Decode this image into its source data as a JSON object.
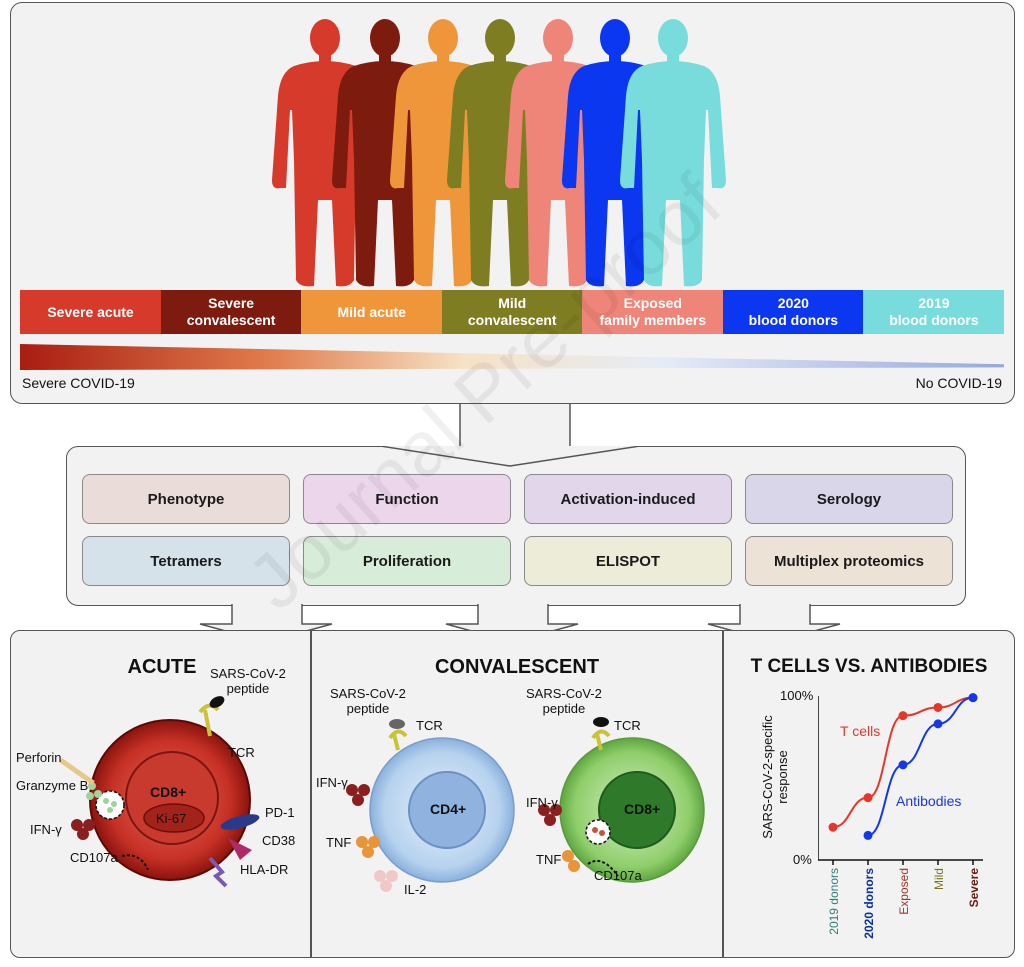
{
  "cohort": {
    "groups": [
      {
        "label": "Severe acute",
        "color": "#d63a2b"
      },
      {
        "label": "Severe\nconvalescent",
        "color": "#7e1b0f"
      },
      {
        "label": "Mild acute",
        "color": "#f0963a"
      },
      {
        "label": "Mild\nconvalescent",
        "color": "#7e7d22"
      },
      {
        "label": "Exposed\nfamily members",
        "color": "#ee8578"
      },
      {
        "label": "2020\nblood donors",
        "color": "#0a37ef"
      },
      {
        "label": "2019\nblood donors",
        "color": "#79dcdc"
      }
    ],
    "gradient_left": "Severe COVID-19",
    "gradient_right": "No COVID-19"
  },
  "assays": [
    {
      "label": "Phenotype",
      "color": "#eadcd8"
    },
    {
      "label": "Function",
      "color": "#ecd6ec"
    },
    {
      "label": "Activation-induced",
      "color": "#e2d6ea"
    },
    {
      "label": "Serology",
      "color": "#dad6ea"
    },
    {
      "label": "Tetramers",
      "color": "#d6e2ea"
    },
    {
      "label": "Proliferation",
      "color": "#d8ecda"
    },
    {
      "label": "ELISPOT",
      "color": "#ececd9"
    },
    {
      "label": "Multiplex proteomics",
      "color": "#ece2d6"
    }
  ],
  "acute": {
    "title": "ACUTE",
    "cell_label": "CD8+",
    "nucleus_label": "Ki-67",
    "peptide": "SARS-CoV-2\npeptide",
    "tcr": "TCR",
    "perforin": "Perforin",
    "granzyme": "Granzyme B",
    "ifng": "IFN-γ",
    "cd107a": "CD107a",
    "pd1": "PD-1",
    "cd38": "CD38",
    "hladr": "HLA-DR"
  },
  "convalescent": {
    "title": "CONVALESCENT",
    "cd4_label": "CD4+",
    "cd8_label": "CD8+",
    "peptide": "SARS-CoV-2\npeptide",
    "tcr": "TCR",
    "ifng": "IFN-γ",
    "tnf": "TNF",
    "il2": "IL-2",
    "cd107a": "CD107a"
  },
  "tcells_vs_antibodies": {
    "title": "T CELLS VS. ANTIBODIES",
    "ylabel": "SARS-CoV-2-specific\nresponse",
    "ytick_top": "100%",
    "ytick_bottom": "0%",
    "categories": [
      {
        "label": "2019 donors",
        "color": "#2f7d78"
      },
      {
        "label": "2020 donors",
        "color": "#0a2fa8"
      },
      {
        "label": "Exposed",
        "color": "#a33327"
      },
      {
        "label": "Mild",
        "color": "#77761f"
      },
      {
        "label": "Severe",
        "color": "#6b1a10"
      }
    ]
  },
  "chart_data": {
    "type": "scatter",
    "title": "T CELLS VS. ANTIBODIES",
    "categories": [
      "2019 donors",
      "2020 donors",
      "Exposed",
      "Mild",
      "Severe"
    ],
    "ylabel": "SARS-CoV-2-specific response",
    "ylim": [
      0,
      100
    ],
    "series": [
      {
        "name": "T cells",
        "color": "#e8352a",
        "values": [
          20,
          38,
          88,
          93,
          99
        ]
      },
      {
        "name": "Antibodies",
        "color": "#1437e8",
        "values": [
          null,
          15,
          58,
          83,
          99
        ]
      }
    ]
  },
  "watermark": "Journal Pre-proof"
}
